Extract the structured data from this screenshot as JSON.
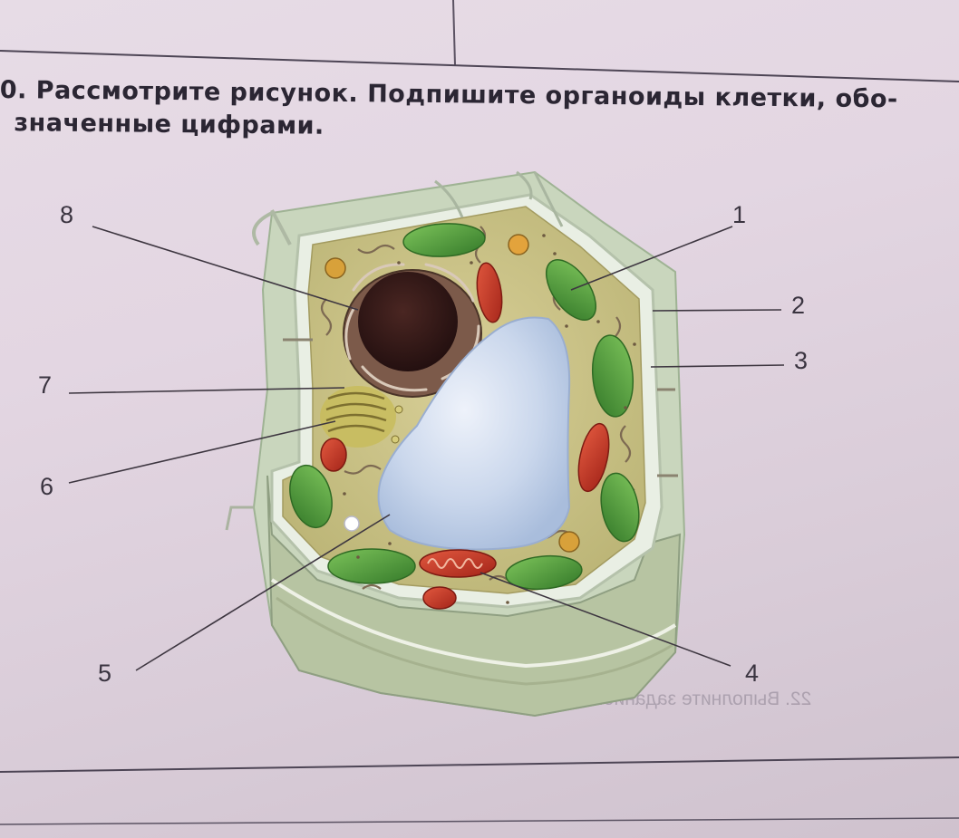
{
  "task": {
    "number": "0.",
    "text_line1": "Рассмотрите рисунок. Подпишите органоиды клетки, обо-",
    "text_line2": "значенные цифрами."
  },
  "labels": [
    "1",
    "2",
    "3",
    "4",
    "5",
    "6",
    "7",
    "8"
  ],
  "bleed_through": {
    "line1": "22. Выполните задание."
  },
  "colors": {
    "paper": "#e3d6e2",
    "cell_wall": "#c8d7c0",
    "cytoplasm": "#cfc78e",
    "vacuole": "#c9d6ea",
    "nucleus": "#3b1e1e",
    "chloroplast": "#4f9a3a",
    "mitochondrion": "#c9392e"
  }
}
